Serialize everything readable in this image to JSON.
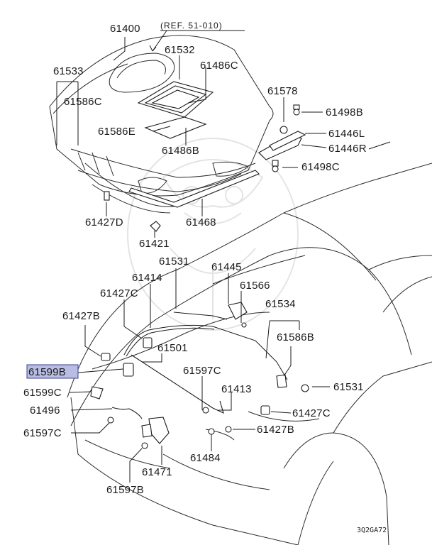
{
  "ref_note": "(REF. 51-010)",
  "figure_code": "3Q2GA72",
  "highlighted_part": "61599B",
  "parts": {
    "p61400": "61400",
    "p61532": "61532",
    "p61533": "61533",
    "p61486c": "61486C",
    "p61586c": "61586C",
    "p61586e": "61586E",
    "p61486b": "61486B",
    "p61578": "61578",
    "p61498b": "61498B",
    "p61446l": "61446L",
    "p61446r": "61446R",
    "p61498c": "61498C",
    "p61427d": "61427D",
    "p61468": "61468",
    "p61421": "61421",
    "p61531a": "61531",
    "p61445": "61445",
    "p61414": "61414",
    "p61566": "61566",
    "p61427c_a": "61427C",
    "p61534": "61534",
    "p61427b_a": "61427B",
    "p61586b": "61586B",
    "p61501": "61501",
    "p61599b": "61599B",
    "p61597c_a": "61597C",
    "p61599c": "61599C",
    "p61413": "61413",
    "p61531b": "61531",
    "p61496": "61496",
    "p61427c_b": "61427C",
    "p61597c_b": "61597C",
    "p61427b_b": "61427B",
    "p61484": "61484",
    "p61471": "61471",
    "p61597b": "61597B"
  }
}
